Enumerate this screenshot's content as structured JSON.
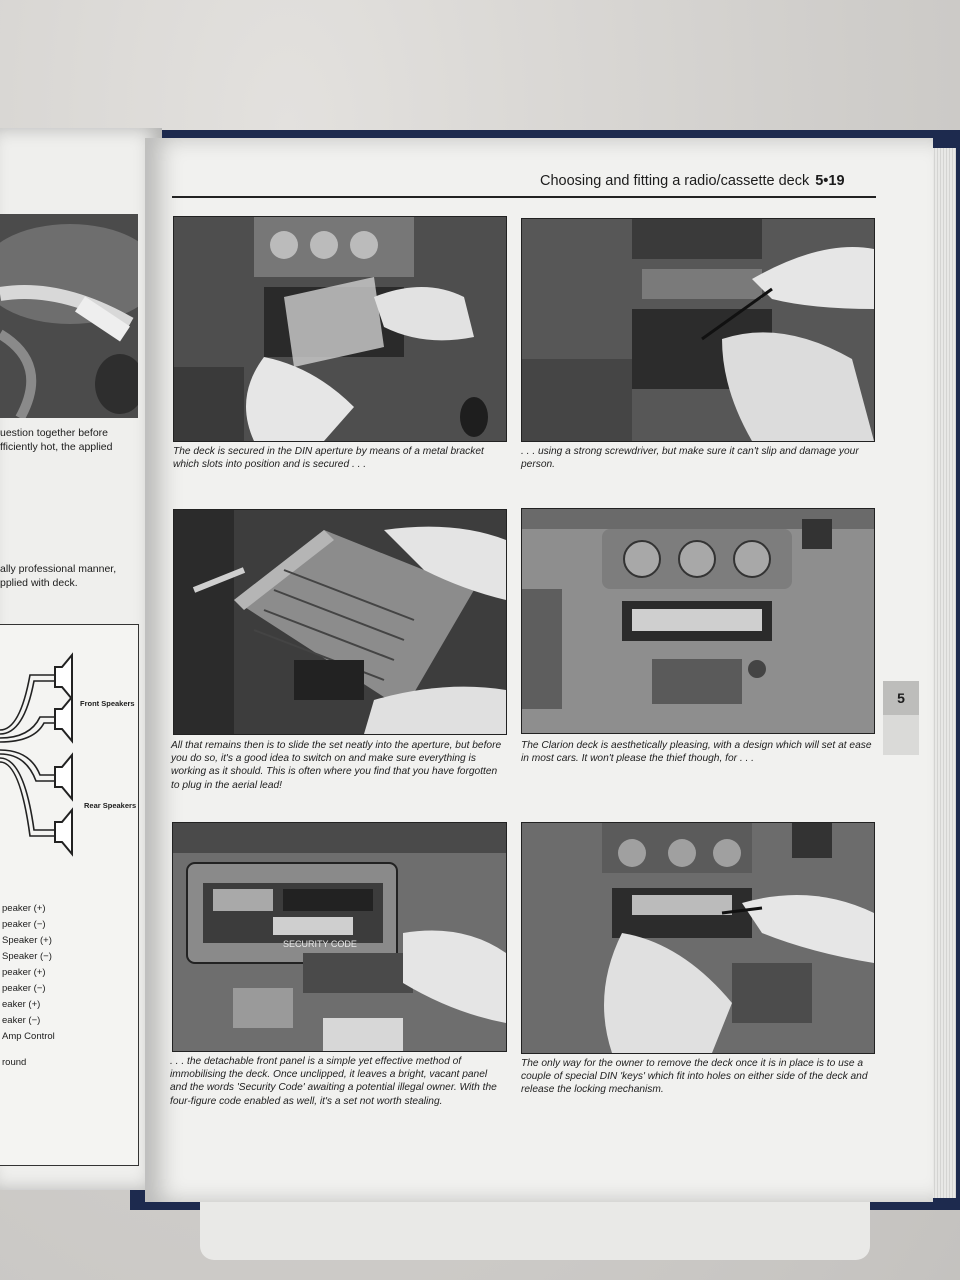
{
  "header": {
    "title": "Choosing and fitting a radio/cassette deck",
    "page": "5•19"
  },
  "tab": {
    "label": "5"
  },
  "captions": [
    "The deck is secured in the DIN aperture by means of a metal bracket which slots into position and is secured . . .",
    ". . . using a strong screwdriver, but make sure it can't slip and damage your person.",
    "All that remains then is to slide the set neatly into the aperture, but before you do so, it's a good idea to switch on and make sure everything is working as it should. This is often where you find that you have forgotten to plug in the aerial lead!",
    "The Clarion deck is aesthetically pleasing, with a design which will set at ease in most cars. It won't please the thief though, for . . .",
    ". . . the detachable front panel is a simple yet effective method of immobilising the deck. Once unclipped, it leaves a bright, vacant panel and the words 'Security Code' awaiting a potential illegal owner. With the four-figure code enabled as well, it's a set not worth stealing.",
    "The only way for the owner to remove the deck once it is in place is to use a couple of special DIN 'keys' which fit into holes on either side of the deck and release the locking mechanism."
  ],
  "photo_text": {
    "security_code": "SECURITY CODE"
  },
  "left_page": {
    "text_top": [
      "uestion together before",
      "fficiently hot, the applied"
    ],
    "text_mid": [
      "ally professional manner,",
      "pplied with deck."
    ],
    "front_speakers": "Front Speakers",
    "rear_speakers": "Rear Speakers",
    "wires": [
      "peaker (+)",
      "peaker (−)",
      "Speaker (+)",
      "Speaker (−)",
      "peaker (+)",
      "peaker (−)",
      "eaker (+)",
      "eaker (−)",
      "Amp Control",
      "round"
    ]
  }
}
